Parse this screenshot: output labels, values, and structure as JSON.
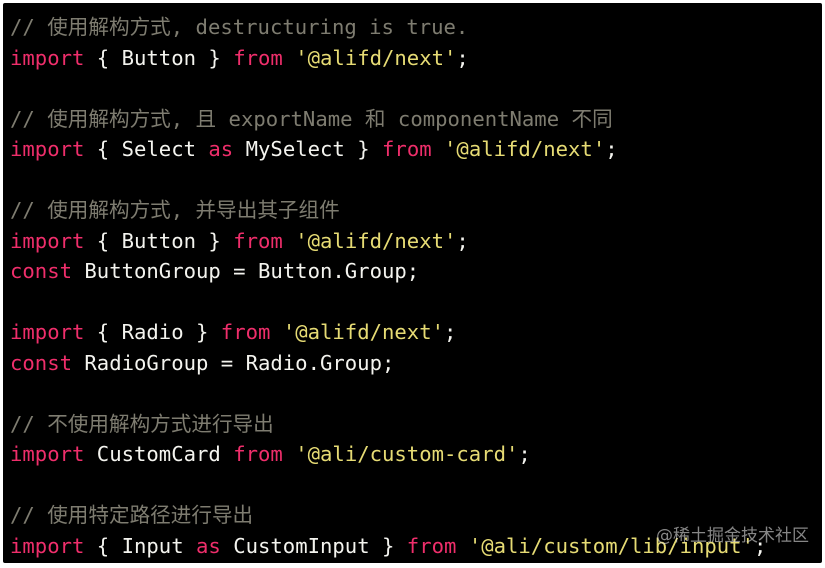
{
  "lines": [
    {
      "tokens": [
        {
          "type": "comment",
          "text": "// 使用解构方式, destructuring is true."
        }
      ]
    },
    {
      "tokens": [
        {
          "type": "keyword",
          "text": "import"
        },
        {
          "type": "plain",
          "text": " { Button } "
        },
        {
          "type": "keyword",
          "text": "from"
        },
        {
          "type": "plain",
          "text": " "
        },
        {
          "type": "string",
          "text": "'@alifd/next'"
        },
        {
          "type": "plain",
          "text": ";"
        }
      ]
    },
    {
      "tokens": []
    },
    {
      "tokens": [
        {
          "type": "comment",
          "text": "// 使用解构方式, 且 exportName 和 componentName 不同"
        }
      ]
    },
    {
      "tokens": [
        {
          "type": "keyword",
          "text": "import"
        },
        {
          "type": "plain",
          "text": " { Select "
        },
        {
          "type": "keyword",
          "text": "as"
        },
        {
          "type": "plain",
          "text": " MySelect } "
        },
        {
          "type": "keyword",
          "text": "from"
        },
        {
          "type": "plain",
          "text": " "
        },
        {
          "type": "string",
          "text": "'@alifd/next'"
        },
        {
          "type": "plain",
          "text": ";"
        }
      ]
    },
    {
      "tokens": []
    },
    {
      "tokens": [
        {
          "type": "comment",
          "text": "// 使用解构方式, 并导出其子组件"
        }
      ]
    },
    {
      "tokens": [
        {
          "type": "keyword",
          "text": "import"
        },
        {
          "type": "plain",
          "text": " { Button } "
        },
        {
          "type": "keyword",
          "text": "from"
        },
        {
          "type": "plain",
          "text": " "
        },
        {
          "type": "string",
          "text": "'@alifd/next'"
        },
        {
          "type": "plain",
          "text": ";"
        }
      ]
    },
    {
      "tokens": [
        {
          "type": "keyword",
          "text": "const"
        },
        {
          "type": "plain",
          "text": " ButtonGroup = Button.Group;"
        }
      ]
    },
    {
      "tokens": []
    },
    {
      "tokens": [
        {
          "type": "keyword",
          "text": "import"
        },
        {
          "type": "plain",
          "text": " { Radio } "
        },
        {
          "type": "keyword",
          "text": "from"
        },
        {
          "type": "plain",
          "text": " "
        },
        {
          "type": "string",
          "text": "'@alifd/next'"
        },
        {
          "type": "plain",
          "text": ";"
        }
      ]
    },
    {
      "tokens": [
        {
          "type": "keyword",
          "text": "const"
        },
        {
          "type": "plain",
          "text": " RadioGroup = Radio.Group;"
        }
      ]
    },
    {
      "tokens": []
    },
    {
      "tokens": [
        {
          "type": "comment",
          "text": "// 不使用解构方式进行导出"
        }
      ]
    },
    {
      "tokens": [
        {
          "type": "keyword",
          "text": "import"
        },
        {
          "type": "plain",
          "text": " CustomCard "
        },
        {
          "type": "keyword",
          "text": "from"
        },
        {
          "type": "plain",
          "text": " "
        },
        {
          "type": "string",
          "text": "'@ali/custom-card'"
        },
        {
          "type": "plain",
          "text": ";"
        }
      ]
    },
    {
      "tokens": []
    },
    {
      "tokens": [
        {
          "type": "comment",
          "text": "// 使用特定路径进行导出"
        }
      ]
    },
    {
      "tokens": [
        {
          "type": "keyword",
          "text": "import"
        },
        {
          "type": "plain",
          "text": " { Input "
        },
        {
          "type": "keyword",
          "text": "as"
        },
        {
          "type": "plain",
          "text": " CustomInput } "
        },
        {
          "type": "keyword",
          "text": "from"
        },
        {
          "type": "plain",
          "text": " "
        },
        {
          "type": "string",
          "text": "'@ali/custom/lib/input'"
        },
        {
          "type": "plain",
          "text": ";"
        }
      ]
    }
  ],
  "watermark": "@稀土掘金技术社区",
  "colors": {
    "background": "#000000",
    "page_background": "#ffffff",
    "comment": "#7e7c70",
    "keyword": "#ef2e6b",
    "string": "#e6db74",
    "plain": "#f4f4ef",
    "watermark": "#d8d8d8"
  }
}
